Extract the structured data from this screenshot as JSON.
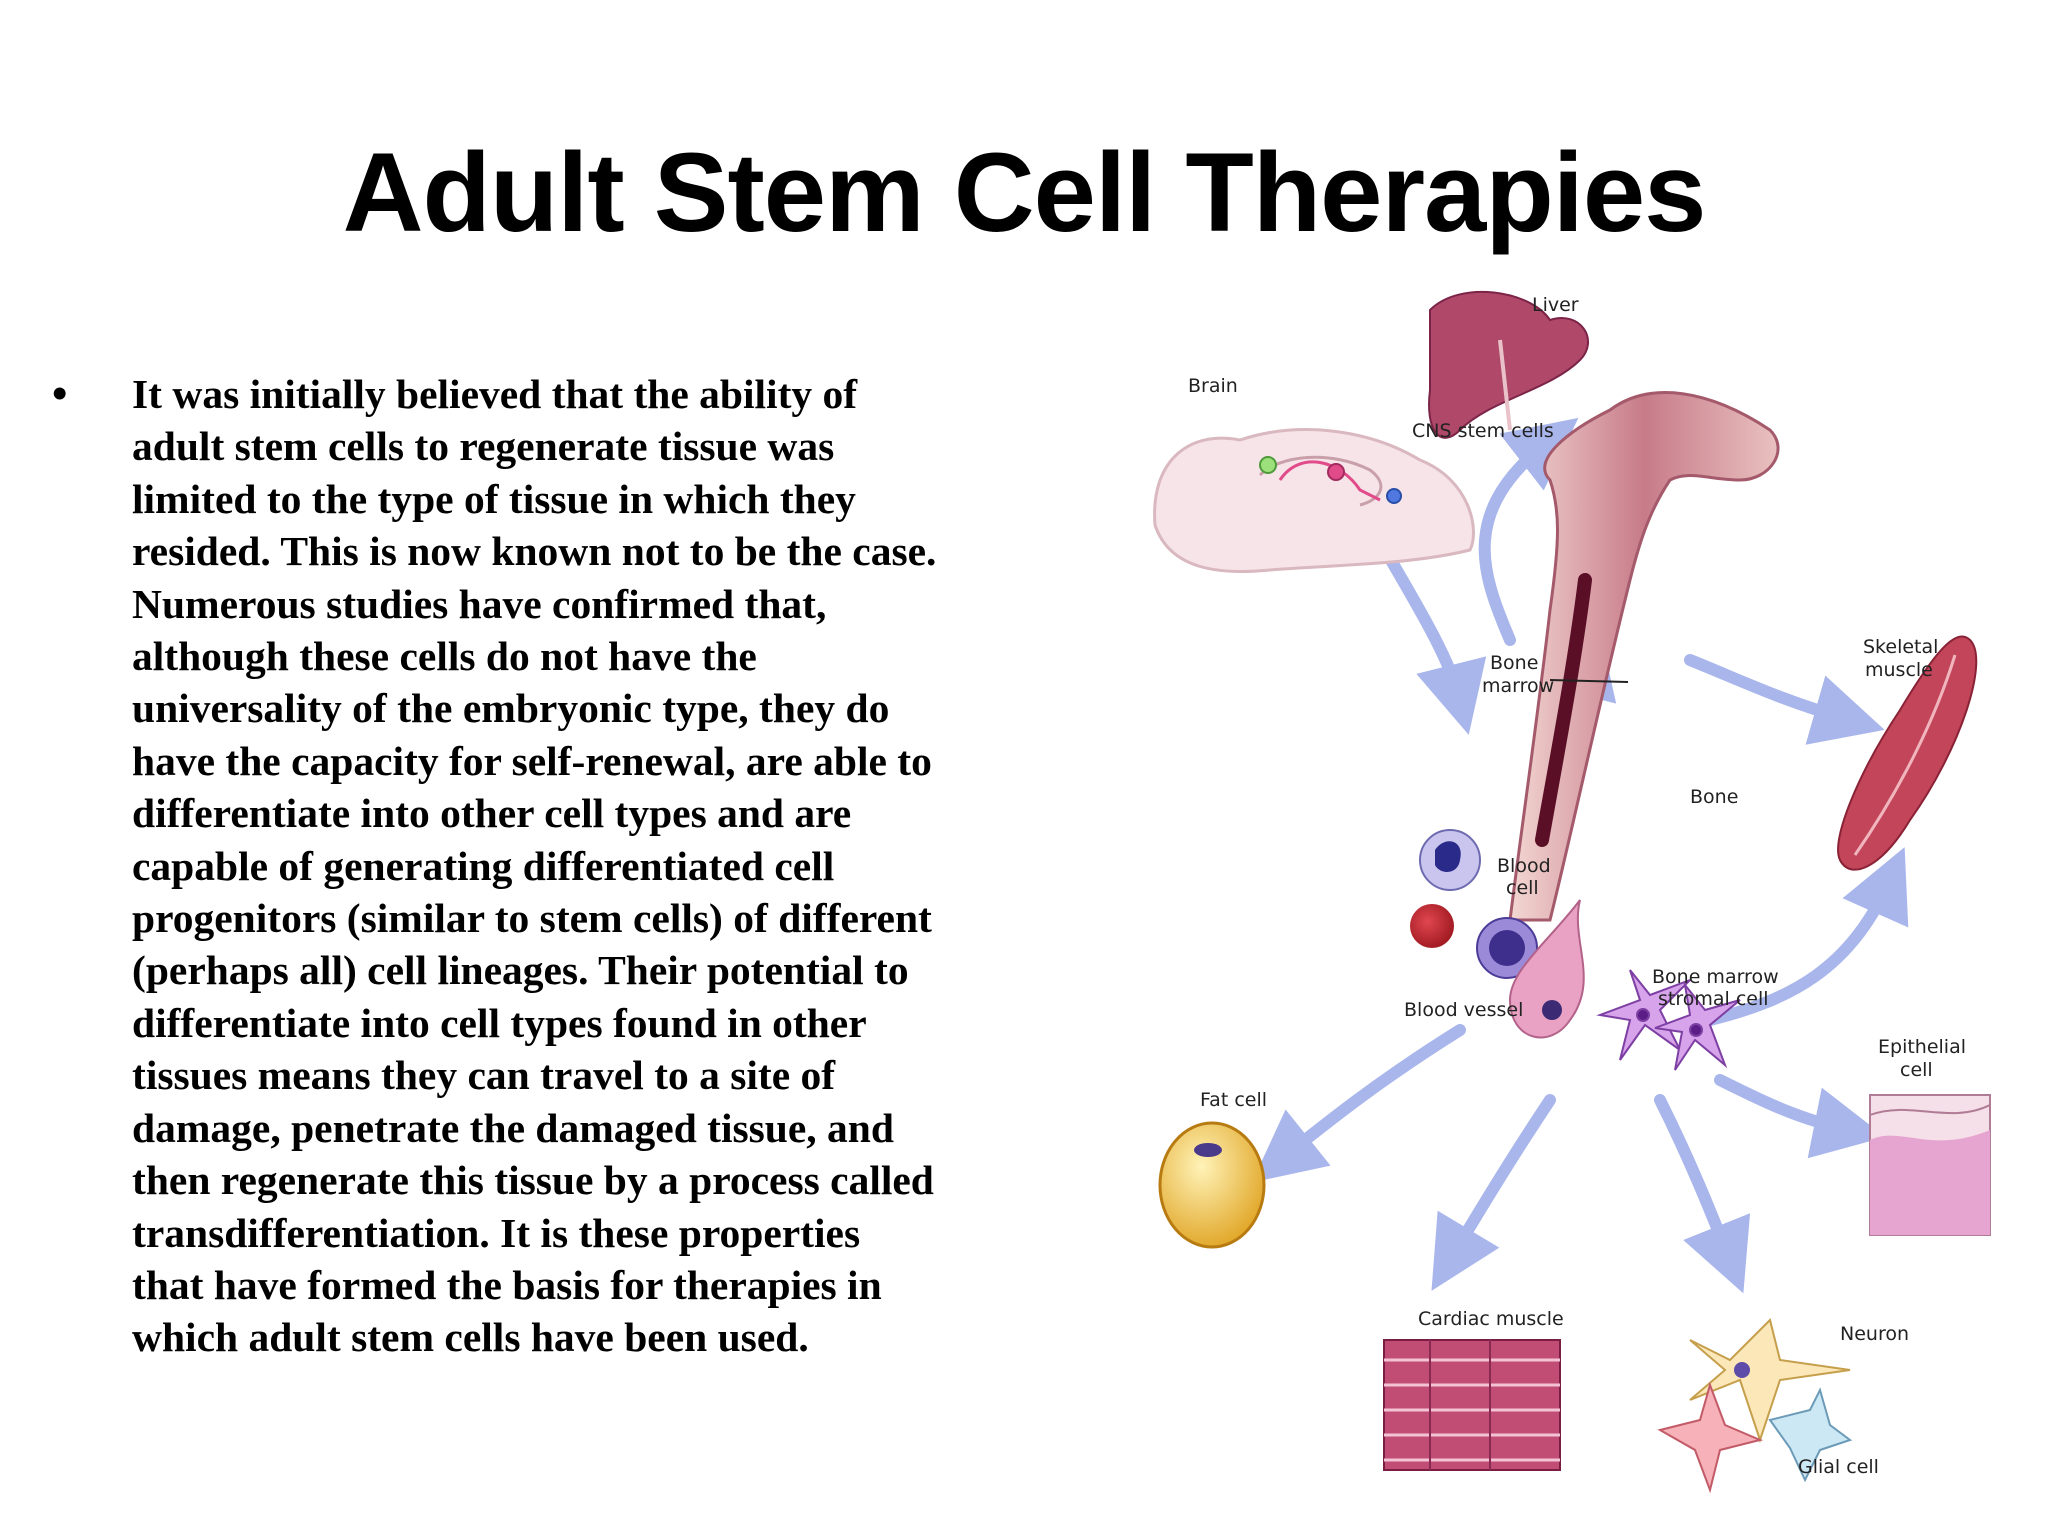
{
  "slide": {
    "title": "Adult Stem Cell Therapies",
    "bullet_symbol": "•",
    "body_lines": [
      "It was initially believed that the ability of",
      "adult stem cells to regenerate tissue was",
      "limited to the type of tissue in which they",
      "resided. This is now known not to be the case.",
      "Numerous studies have confirmed that,",
      "although these cells do not have the",
      "universality of the embryonic type, they do",
      "have the capacity for self-renewal, are able to",
      "differentiate into other cell types and are",
      "capable of generating differentiated cell",
      "progenitors (similar to stem cells) of different",
      "(perhaps all) cell lineages. Their potential to",
      "differentiate into cell types found in other",
      "tissues means they can travel to a site of",
      "damage, penetrate the damaged tissue, and",
      "then regenerate this tissue by a process called",
      "transdifferentiation. It is these properties",
      "that have formed the basis for therapies in",
      "which adult stem cells have been used."
    ]
  },
  "diagram": {
    "labels": {
      "liver": "Liver",
      "brain": "Brain",
      "cns_stem_cells": "CNS stem cells",
      "bone_marrow_1": "Bone",
      "bone_marrow_2": "marrow",
      "skeletal_muscle_1": "Skeletal",
      "skeletal_muscle_2": "muscle",
      "bone": "Bone",
      "blood_cell_1": "Blood",
      "blood_cell_2": "cell",
      "bone_marrow_stromal_1": "Bone marrow",
      "bone_marrow_stromal_2": "stromal cell",
      "blood_vessel": "Blood vessel",
      "epithelial_cell_1": "Epithelial",
      "epithelial_cell_2": "cell",
      "fat_cell": "Fat cell",
      "cardiac_muscle": "Cardiac muscle",
      "neuron": "Neuron",
      "glial_cell": "Glial cell"
    },
    "colors": {
      "arrow": "#a9b6ec",
      "bone": "#c97a8a",
      "liver": "#b0486a",
      "muscle": "#c2455a",
      "fat": "#f2c24a"
    }
  }
}
